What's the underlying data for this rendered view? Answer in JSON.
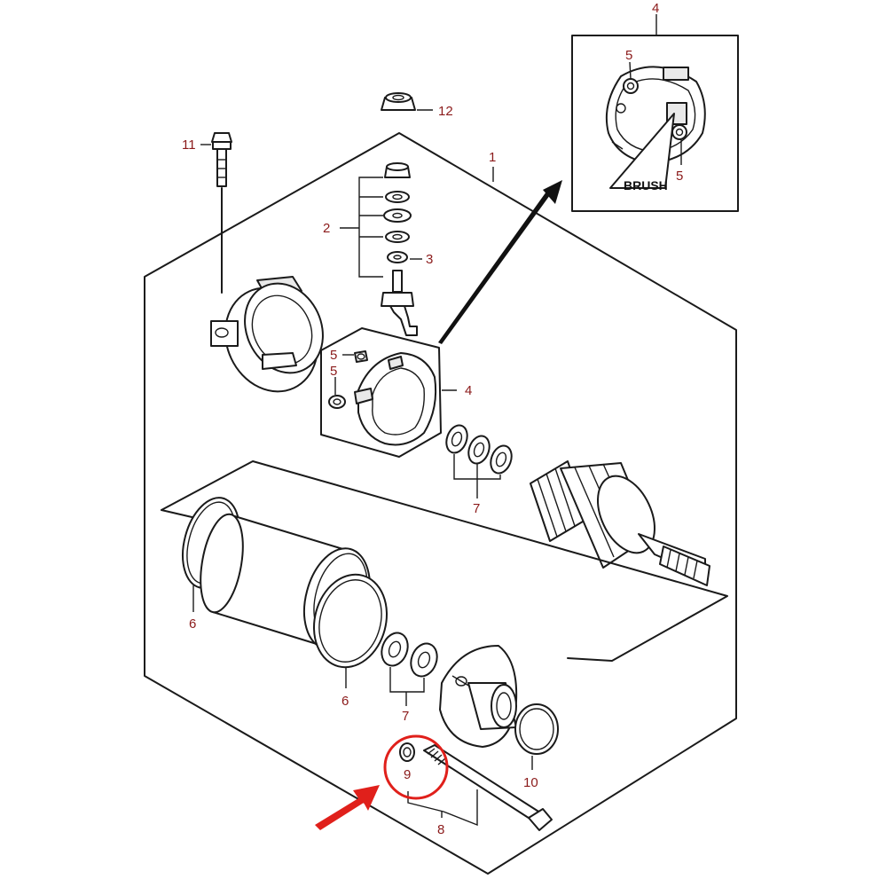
{
  "diagram": {
    "callouts": {
      "c1": "1",
      "c2": "2",
      "c3": "3",
      "c4_inset": "4",
      "c4": "4",
      "c5_inset_top": "5",
      "c5_inset_bottom": "5",
      "c5_a": "5",
      "c5_b": "5",
      "c6_left": "6",
      "c6_right": "6",
      "c7_upper": "7",
      "c7_lower": "7",
      "c8": "8",
      "c9": "9",
      "c10": "10",
      "c11": "11",
      "c12": "12"
    },
    "brush_label": "BRUSH",
    "colors": {
      "callout_text": "#8b1a1a",
      "line": "#1a1a1a",
      "highlight": "#e0201b"
    }
  }
}
